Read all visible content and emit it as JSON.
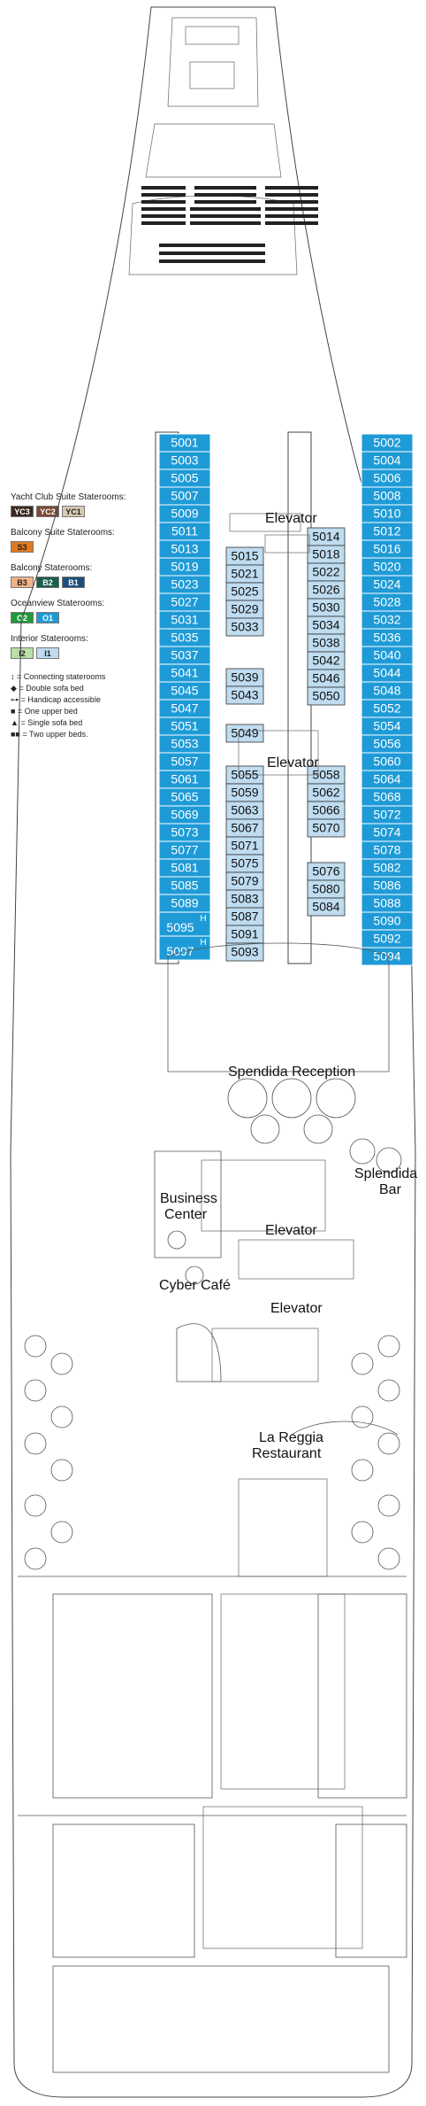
{
  "legend": {
    "yacht_club_title": "Yacht Club Suite Staterooms:",
    "yacht_club": [
      {
        "code": "YC3",
        "color": "#3b2a22",
        "text": "#ffffff"
      },
      {
        "code": "YC2",
        "color": "#7a4a36",
        "text": "#ffffff"
      },
      {
        "code": "YC1",
        "color": "#d8c9b4",
        "text": "#222222"
      }
    ],
    "balcony_suite_title": "Balcony Suite Staterooms:",
    "balcony_suite": [
      {
        "code": "S3",
        "color": "#e07a1f",
        "text": "#222222"
      }
    ],
    "balcony_title": "Balcony Staterooms:",
    "balcony": [
      {
        "code": "B3",
        "color": "#f3b38a",
        "text": "#222222"
      },
      {
        "code": "B2",
        "color": "#1b5e4a",
        "text": "#ffffff"
      },
      {
        "code": "B1",
        "color": "#1b4f7a",
        "text": "#ffffff"
      }
    ],
    "oceanview_title": "Oceanview Staterooms:",
    "oceanview": [
      {
        "code": "O2",
        "color": "#1f9a3a",
        "text": "#ffffff"
      },
      {
        "code": "O1",
        "color": "#1e9bd7",
        "text": "#ffffff"
      }
    ],
    "interior_title": "Interior Staterooms:",
    "interior": [
      {
        "code": "I2",
        "color": "#b9e0a5",
        "text": "#222222"
      },
      {
        "code": "I1",
        "color": "#bfdcf0",
        "text": "#222222"
      }
    ],
    "symbols": [
      {
        "icon": "↕",
        "text": "= Connecting staterooms"
      },
      {
        "icon": "◆",
        "text": "= Double sofa bed"
      },
      {
        "icon": "⊶",
        "text": "= Handicap accessible"
      },
      {
        "icon": "■",
        "text": "= One upper bed"
      },
      {
        "icon": "▲",
        "text": "= Single sofa bed"
      },
      {
        "icon": "■■",
        "text": "= Two upper beds."
      }
    ]
  },
  "areas": {
    "elevator_1": "Elevator",
    "elevator_2": "Elevator",
    "elevator_3": "Elevator",
    "elevator_4": "Elevator",
    "reception": "Spendida Reception",
    "bar_line1": "Splendida",
    "bar_line2": "Bar",
    "business_line1": "Business",
    "business_line2": "Center",
    "cyber": "Cyber Café",
    "restaurant_line1": "La Reggia",
    "restaurant_line2": "Restaurant"
  },
  "cabins": {
    "port_outer": [
      "5001",
      "5003",
      "5005",
      "5007",
      "5009",
      "5011",
      "5013",
      "5019",
      "5023",
      "5027",
      "5031",
      "5035",
      "5037",
      "5041",
      "5045",
      "5047",
      "5051",
      "5053",
      "5057",
      "5061",
      "5065",
      "5069",
      "5073",
      "5077",
      "5081",
      "5085",
      "5089",
      "5095",
      "5097"
    ],
    "starboard_outer": [
      "5002",
      "5004",
      "5006",
      "5008",
      "5010",
      "5012",
      "5016",
      "5020",
      "5024",
      "5028",
      "5032",
      "5036",
      "5040",
      "5044",
      "5048",
      "5052",
      "5054",
      "5056",
      "5060",
      "5064",
      "5068",
      "5072",
      "5074",
      "5078",
      "5082",
      "5086",
      "5088",
      "5090",
      "5092",
      "5094"
    ],
    "port_inner_1": [
      "5015",
      "5021",
      "5025",
      "5029",
      "5033"
    ],
    "port_inner_2": [
      "5039",
      "5043"
    ],
    "port_inner_3": [
      "5049"
    ],
    "port_inner_4": [
      "5055",
      "5059",
      "5063",
      "5067",
      "5071",
      "5075",
      "5079",
      "5083",
      "5087",
      "5091",
      "5093"
    ],
    "stbd_inner_1": [
      "5014",
      "5018",
      "5022",
      "5026",
      "5030",
      "5034",
      "5038",
      "5042",
      "5046",
      "5050"
    ],
    "stbd_inner_2": [
      "5058",
      "5062",
      "5066",
      "5070"
    ],
    "stbd_inner_3": [
      "5076",
      "5080",
      "5084"
    ],
    "handicap_marker": "H"
  }
}
